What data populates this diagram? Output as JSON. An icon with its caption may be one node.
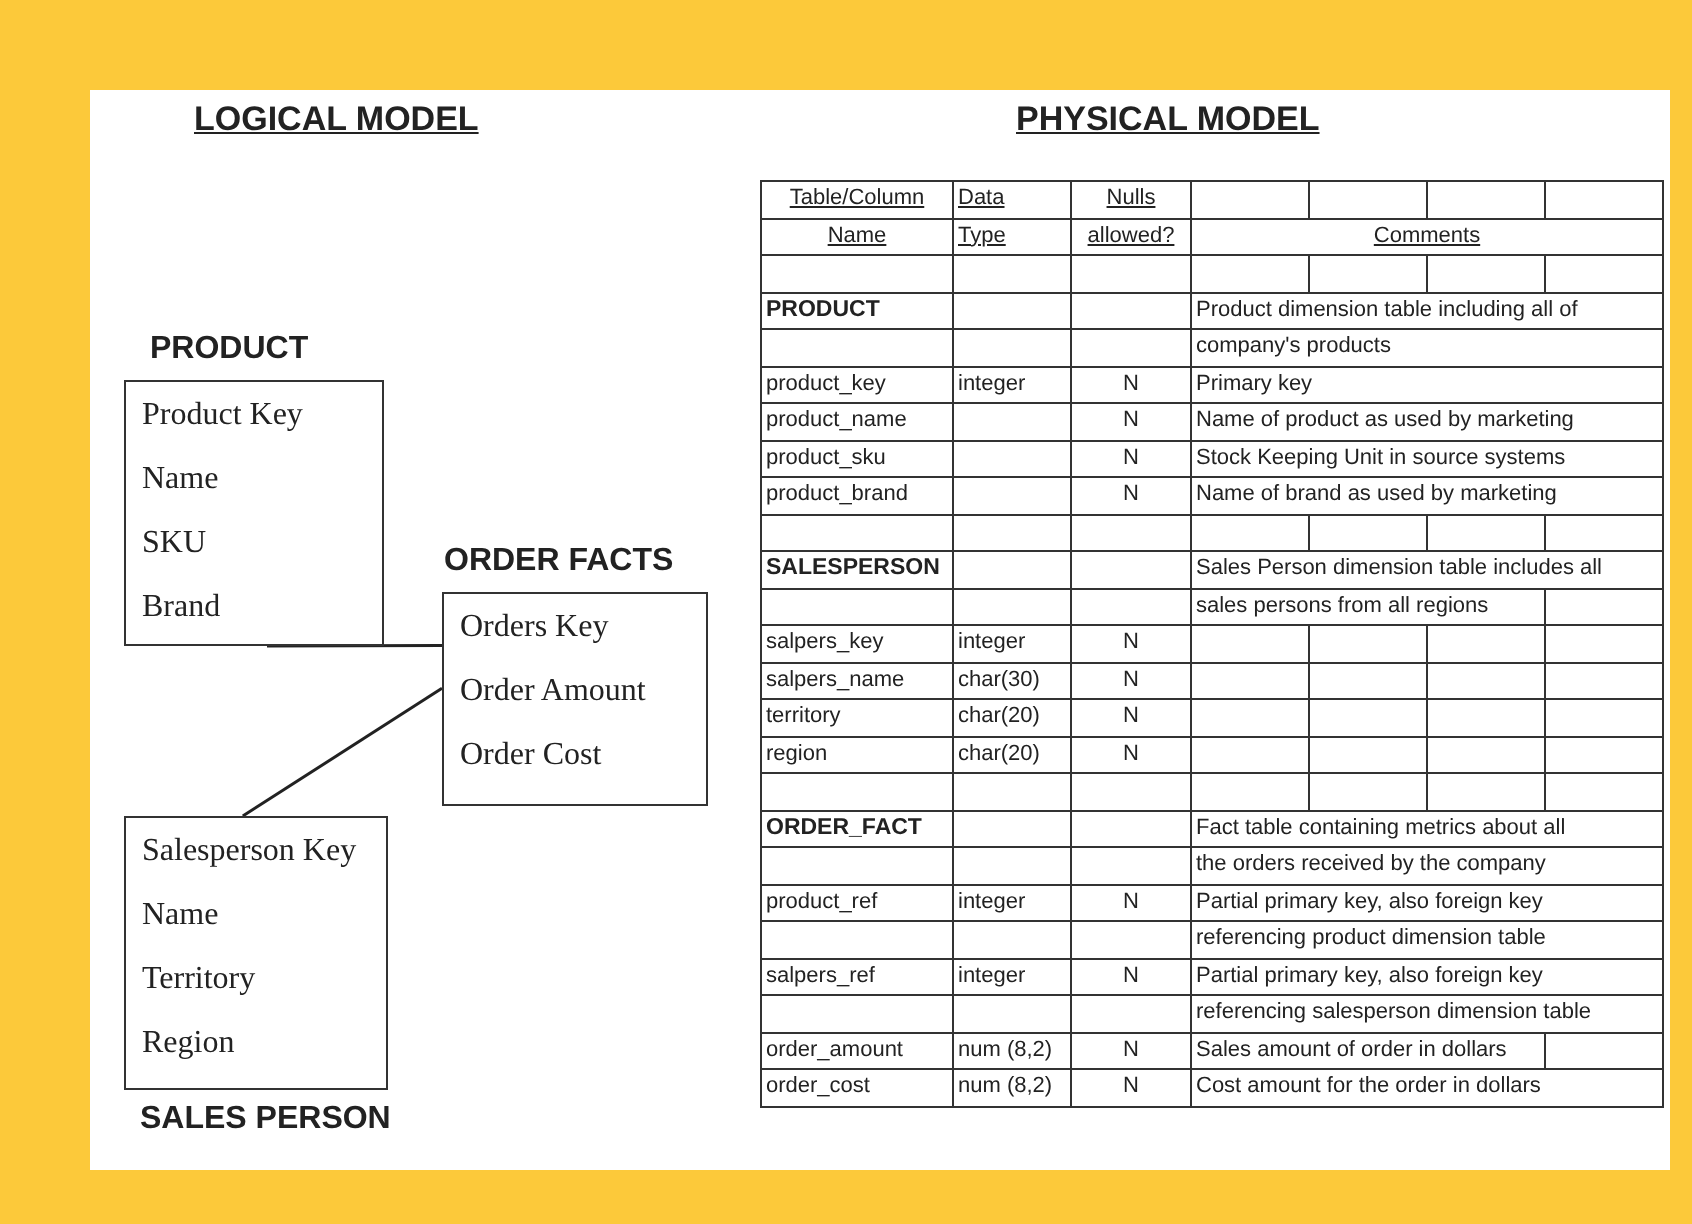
{
  "diagram": {
    "nodes": [
      {
        "text": [
          "PRODUCT",
          "Product Key",
          "Name",
          "SKU",
          "Brand"
        ]
      },
      {
        "text": [
          "ORDER FACTS",
          "Orders Key",
          "Order Amount",
          "Order Cost"
        ]
      },
      {
        "text": [
          "Salesperson Key",
          "Name",
          "Territory",
          "Region",
          "SALES PERSON"
        ]
      }
    ],
    "edges": [
      {
        "from": 0,
        "to": 1,
        "arrow": "none"
      },
      {
        "from": 2,
        "to": 1,
        "arrow": "none"
      }
    ],
    "labels": [
      "LOGICAL MODEL",
      "PHYSICAL MODEL",
      "Table/Column",
      "Data",
      "Nulls",
      "Name",
      "Type",
      "allowed?",
      "Comments",
      "PRODUCT",
      "Product dimension table including all of",
      "company's products",
      "product_key",
      "integer",
      "N",
      "Primary key",
      "product_name",
      "N",
      "Name of product as used by marketing",
      "product_sku",
      "N",
      "Stock Keeping Unit in source systems",
      "product_brand",
      "N",
      "Name of brand as used by marketing",
      "SALESPERSON",
      "Sales Person dimension table includes all",
      "sales persons from all regions",
      "salpers_key",
      "integer",
      "N",
      "salpers_name",
      "char(30)",
      "N",
      "territory",
      "char(20)",
      "N",
      "region",
      "char(20)",
      "N",
      "ORDER_FACT",
      "Fact table containing metrics about all",
      "the orders received by the company",
      "product_ref",
      "integer",
      "N",
      "Partial primary key, also foreign key",
      "referencing product dimension table",
      "salpers_ref",
      "integer",
      "N",
      "Partial primary key, also foreign key",
      "referencing salesperson dimension table",
      "order_amount",
      "num (8,2)",
      "N",
      "Sales amount of order in dollars",
      "order_cost",
      "num (8,2)",
      "N",
      "Cost amount for the order in dollars"
    ]
  }
}
